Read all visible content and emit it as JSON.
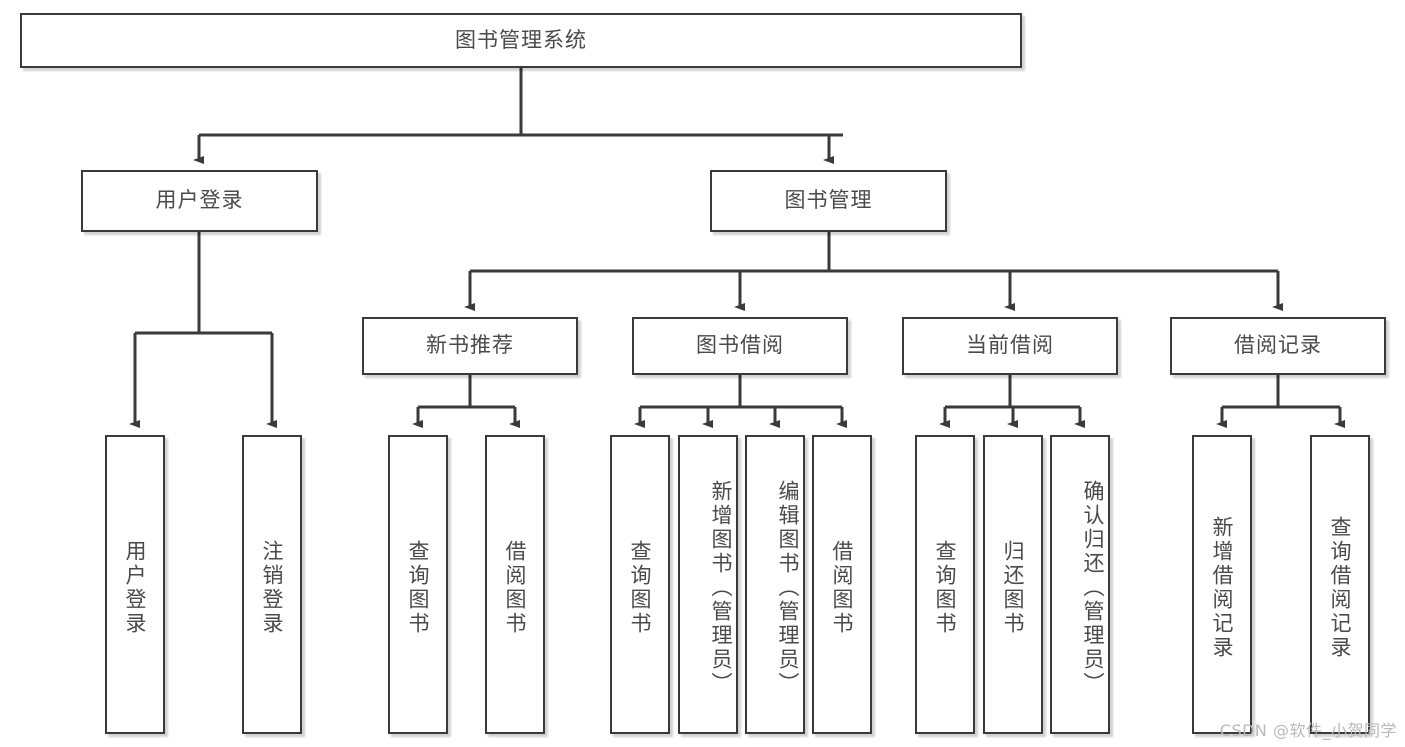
{
  "diagram": {
    "title": "图书管理系统",
    "root": {
      "label": "图书管理系统"
    },
    "level2": [
      {
        "label": "用户登录"
      },
      {
        "label": "图书管理"
      }
    ],
    "level3": [
      {
        "label": "新书推荐"
      },
      {
        "label": "图书借阅"
      },
      {
        "label": "当前借阅"
      },
      {
        "label": "借阅记录"
      }
    ],
    "leaves": {
      "user_login": [
        {
          "label": "用户登录"
        },
        {
          "label": "注销登录"
        }
      ],
      "new_book_recommend": [
        {
          "label": "查询图书"
        },
        {
          "label": "借阅图书"
        }
      ],
      "book_borrow": [
        {
          "label": "查询图书"
        },
        {
          "label": "新增图书（管理员）"
        },
        {
          "label": "编辑图书（管理员）"
        },
        {
          "label": "借阅图书"
        }
      ],
      "current_borrow": [
        {
          "label": "查询图书"
        },
        {
          "label": "归还图书"
        },
        {
          "label": "确认归还（管理员）"
        }
      ],
      "borrow_record": [
        {
          "label": "新增借阅记录"
        },
        {
          "label": "查询借阅记录"
        }
      ]
    }
  },
  "watermark": {
    "text": "CSDN @软件_小贺同学"
  },
  "colors": {
    "border": "#3a3a3a",
    "text": "#4a4a4a",
    "background": "#ffffff",
    "watermark": "#b9b9b9"
  }
}
